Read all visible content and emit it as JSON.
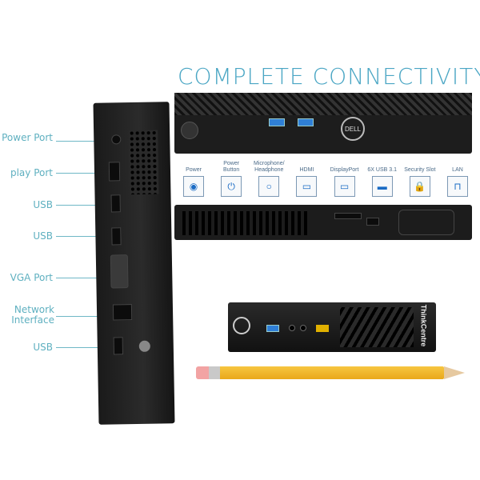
{
  "title": "COMPLETE CONNECTIVITY",
  "left_labels": [
    "Power Port",
    "play Port",
    "USB",
    "USB",
    "VGA Port",
    "Network Interface",
    "USB"
  ],
  "port_icons": [
    {
      "label": "Power",
      "icon": "power-jack-icon",
      "glyph": "◉"
    },
    {
      "label": "Power Button",
      "icon": "power-button-icon",
      "glyph": "⏻"
    },
    {
      "label": "Microphone/ Headphone",
      "icon": "audio-jack-icon",
      "glyph": "○"
    },
    {
      "label": "HDMI",
      "icon": "hdmi-icon",
      "glyph": "▭"
    },
    {
      "label": "DisplayPort",
      "icon": "displayport-icon",
      "glyph": "▭"
    },
    {
      "label": "6X USB 3.1",
      "icon": "usb-icon",
      "glyph": "▬"
    },
    {
      "label": "Security Slot",
      "icon": "security-slot-icon",
      "glyph": "🔒"
    },
    {
      "label": "LAN",
      "icon": "lan-icon",
      "glyph": "⊓"
    }
  ],
  "brands": {
    "front": "DELL",
    "side": "ThinkCentre"
  },
  "accent": "#4aa6c4"
}
